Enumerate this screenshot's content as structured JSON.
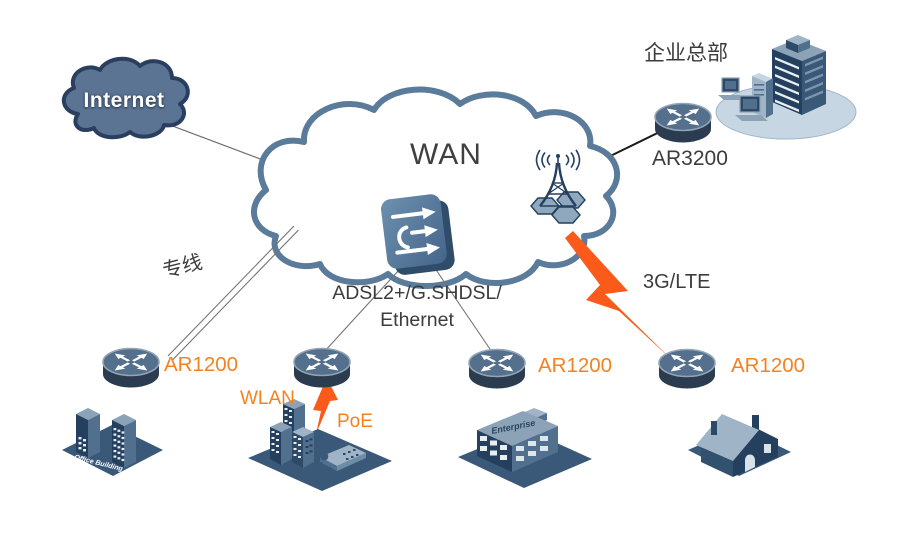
{
  "labels": {
    "internet": "Internet",
    "wan": "WAN",
    "headquarters": "企业总部",
    "hq_router": "AR3200",
    "leased_line": "专线",
    "adsl_line1": "ADSL2+/G.SHDSL/",
    "adsl_line2": "Ethernet",
    "cellular": "3G/LTE",
    "wlan": "WLAN",
    "poe": "PoE",
    "branch1_router": "AR1200",
    "branch3_router": "AR1200",
    "branch4_router": "AR1200",
    "office_building": "Office Building",
    "enterprise_building": "Enterprise"
  },
  "colors": {
    "orange_label": "#F5821F",
    "bolt_orange": "#FB5A1A",
    "wan_cloud_border": "#5B7B9B",
    "internet_cloud_fill": "#5B7493",
    "internet_cloud_border": "#2A3E5F",
    "icon_dark_navy": "#24405E",
    "icon_mid_blue": "#51708E",
    "icon_light_blue": "#8CA2B6",
    "platform_blue": "#3A5878",
    "text_dark": "#3C3C3C",
    "line_gray": "#737373"
  }
}
